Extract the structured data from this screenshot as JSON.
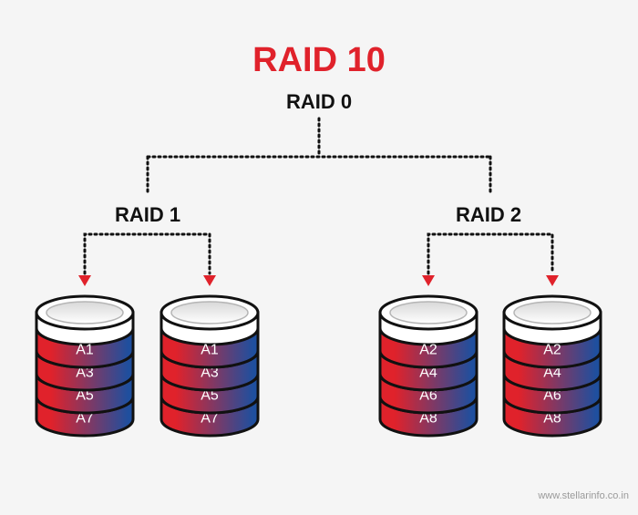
{
  "title": "RAID 10",
  "root_label": "RAID 0",
  "groups": [
    {
      "label": "RAID 1",
      "disks": [
        [
          "A1",
          "A3",
          "A5",
          "A7"
        ],
        [
          "A1",
          "A3",
          "A5",
          "A7"
        ]
      ]
    },
    {
      "label": "RAID 2",
      "disks": [
        [
          "A2",
          "A4",
          "A6",
          "A8"
        ],
        [
          "A2",
          "A4",
          "A6",
          "A8"
        ]
      ]
    }
  ],
  "watermark": "www.stellarinfo.co.in",
  "colors": {
    "title": "#e0222b",
    "arrow": "#e0222b",
    "stripe_left": "#e0222b",
    "stripe_right": "#1f4f9e",
    "outline": "#111111",
    "label": "#111111",
    "background": "#f5f5f5"
  }
}
